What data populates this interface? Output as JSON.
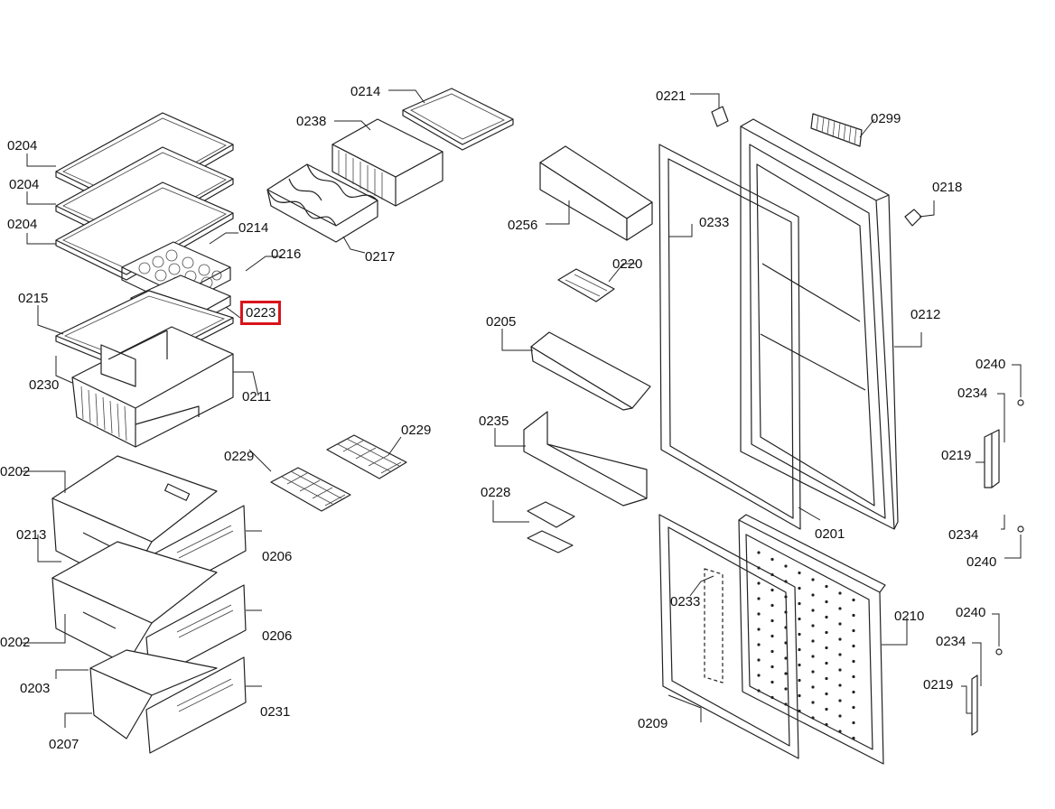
{
  "highlight_color": "#d9141b",
  "labels": {
    "l0204a": "0204",
    "l0204b": "0204",
    "l0204c": "0204",
    "l0214a": "0214",
    "l0214b": "0214",
    "l0238": "0238",
    "l0216": "0216",
    "l0217": "0217",
    "l0223": "0223",
    "l0215": "0215",
    "l0230": "0230",
    "l0211": "0211",
    "l0202a": "0202",
    "l0202b": "0202",
    "l0213": "0213",
    "l0203": "0203",
    "l0207": "0207",
    "l0206a": "0206",
    "l0206b": "0206",
    "l0231": "0231",
    "l0229a": "0229",
    "l0229b": "0229",
    "l0256": "0256",
    "l0220": "0220",
    "l0205": "0205",
    "l0235": "0235",
    "l0228": "0228",
    "l0221": "0221",
    "l0299": "0299",
    "l0218": "0218",
    "l0233a": "0233",
    "l0233b": "0233",
    "l0212": "0212",
    "l0201": "0201",
    "l0210": "0210",
    "l0209": "0209",
    "l0240a": "0240",
    "l0240b": "0240",
    "l0240c": "0240",
    "l0234a": "0234",
    "l0234b": "0234",
    "l0234c": "0234",
    "l0219a": "0219",
    "l0219b": "0219"
  }
}
